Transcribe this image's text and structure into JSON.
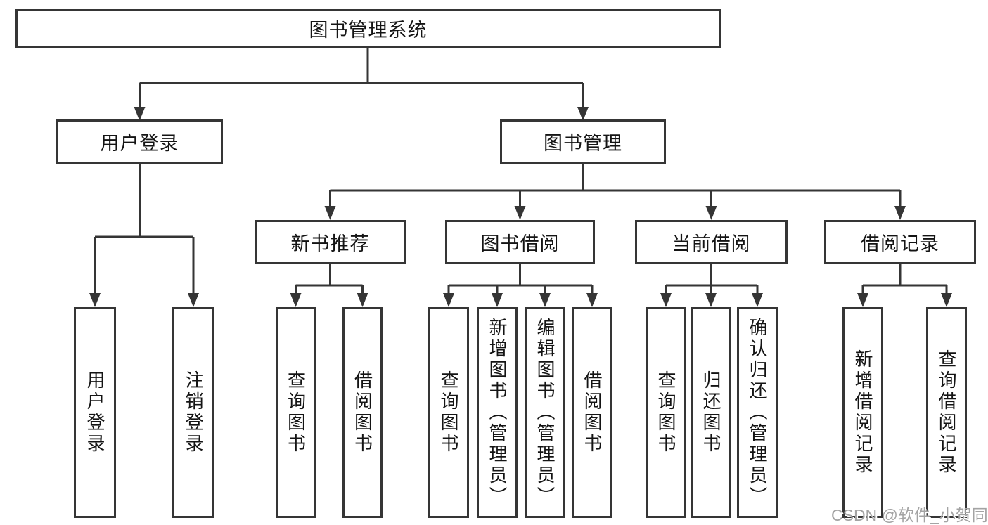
{
  "tree": {
    "label": "图书管理系统",
    "children": [
      {
        "label": "用户登录",
        "children": [
          {
            "label": "用户登录"
          },
          {
            "label": "注销登录"
          }
        ]
      },
      {
        "label": "图书管理",
        "children": [
          {
            "label": "新书推荐",
            "children": [
              {
                "label": "查询图书"
              },
              {
                "label": "借阅图书"
              }
            ]
          },
          {
            "label": "图书借阅",
            "children": [
              {
                "label": "查询图书"
              },
              {
                "label": "新增图书（管理员）"
              },
              {
                "label": "编辑图书（管理员）"
              },
              {
                "label": "借阅图书"
              }
            ]
          },
          {
            "label": "当前借阅",
            "children": [
              {
                "label": "查询图书"
              },
              {
                "label": "归还图书"
              },
              {
                "label": "确认归还（管理员）"
              }
            ]
          },
          {
            "label": "借阅记录",
            "children": [
              {
                "label": "新增借阅记录"
              },
              {
                "label": "查询借阅记录"
              }
            ]
          }
        ]
      }
    ]
  },
  "watermark": {
    "text": "CSDN @软件_小贺同学"
  },
  "colors": {
    "line": "#353535",
    "text": "#141414",
    "watermark": "#a3a3a3",
    "background": "#ffffff"
  }
}
